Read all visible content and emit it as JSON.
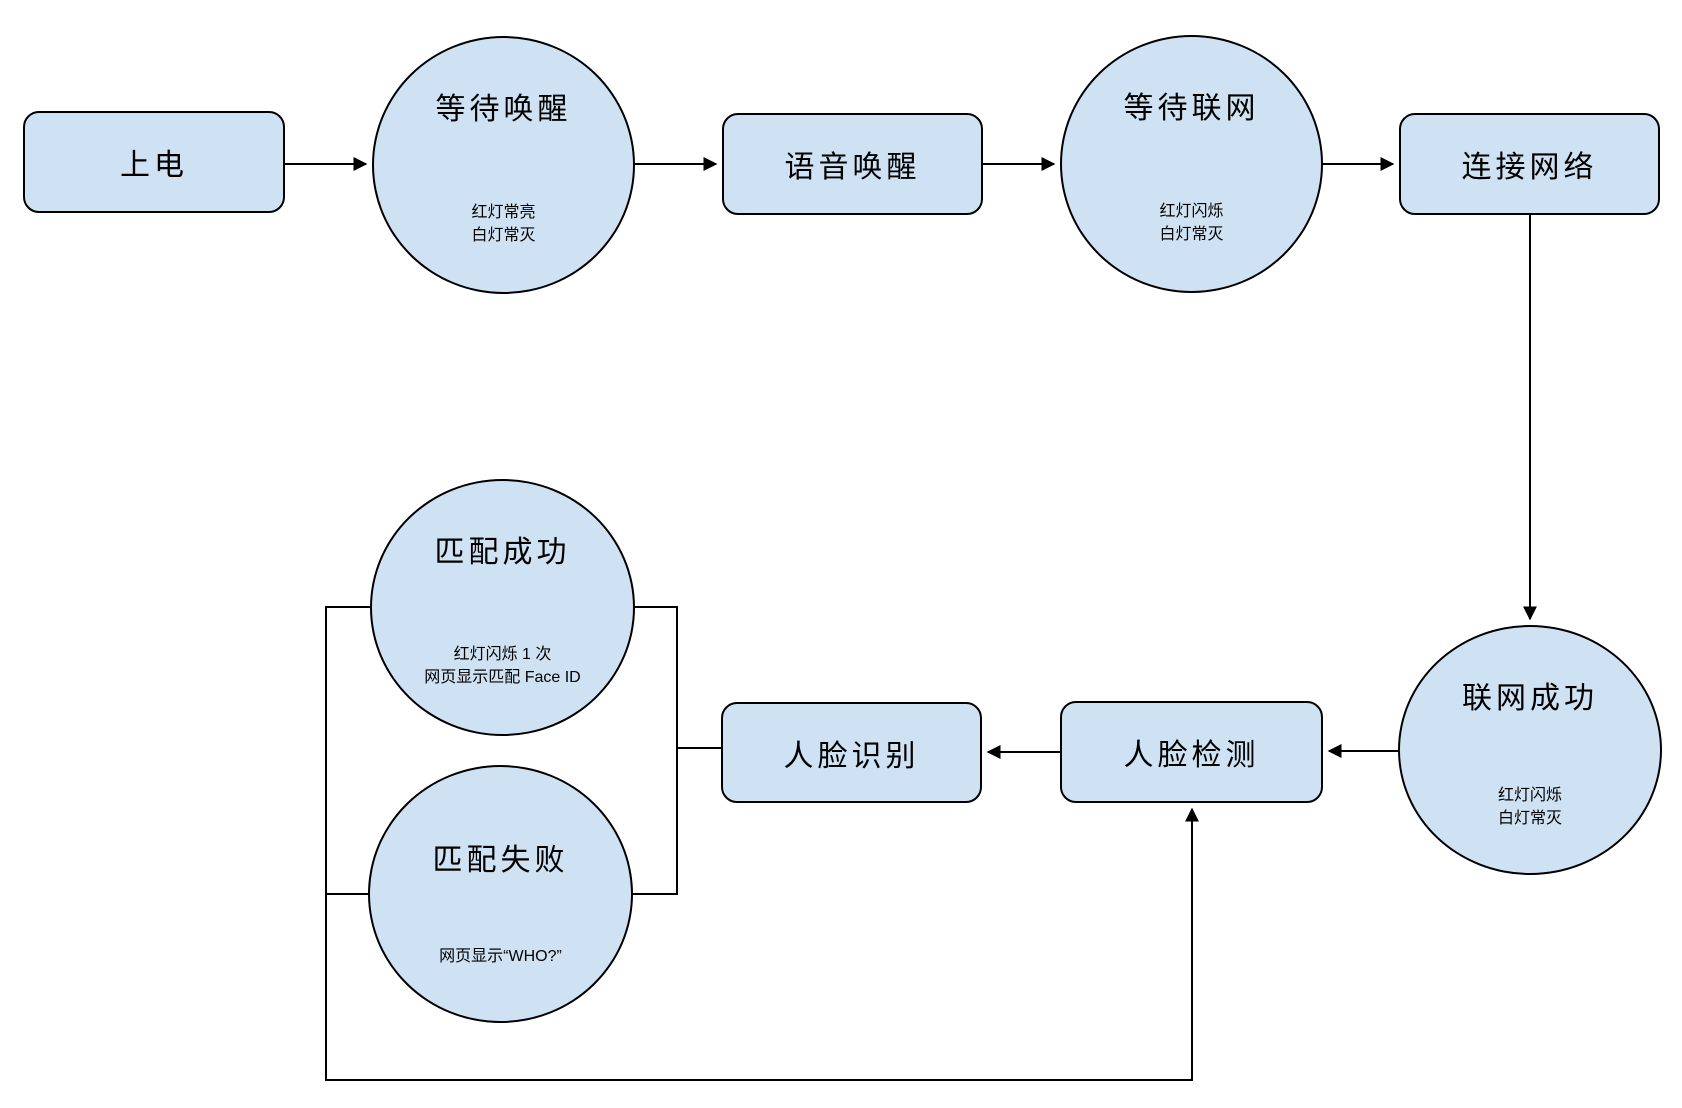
{
  "colors": {
    "node_fill": "#cfe2f3",
    "node_border": "#000000",
    "edge": "#000000",
    "background": "#ffffff"
  },
  "nodes": {
    "power_on": {
      "label": "上电"
    },
    "wait_wake": {
      "label": "等待唤醒",
      "sub": [
        "红灯常亮",
        "白灯常灭"
      ]
    },
    "voice_wake": {
      "label": "语音唤醒"
    },
    "wait_net": {
      "label": "等待联网",
      "sub": [
        "红灯闪烁",
        "白灯常灭"
      ]
    },
    "connect_net": {
      "label": "连接网络"
    },
    "net_ok": {
      "label": "联网成功",
      "sub": [
        "红灯闪烁",
        "白灯常灭"
      ]
    },
    "face_det": {
      "label": "人脸检测"
    },
    "face_rec": {
      "label": "人脸识别"
    },
    "match_ok": {
      "label": "匹配成功",
      "sub": [
        "红灯闪烁 1 次",
        "网页显示匹配 Face ID"
      ]
    },
    "match_fail": {
      "label": "匹配失败",
      "sub": [
        "网页显示“WHO?”"
      ]
    }
  },
  "edges": [
    {
      "from": "power_on",
      "to": "wait_wake",
      "arrow": true
    },
    {
      "from": "wait_wake",
      "to": "voice_wake",
      "arrow": true
    },
    {
      "from": "voice_wake",
      "to": "wait_net",
      "arrow": true
    },
    {
      "from": "wait_net",
      "to": "connect_net",
      "arrow": true
    },
    {
      "from": "connect_net",
      "to": "net_ok",
      "arrow": true
    },
    {
      "from": "net_ok",
      "to": "face_det",
      "arrow": true
    },
    {
      "from": "face_det",
      "to": "face_rec",
      "arrow": true
    },
    {
      "from": "face_rec",
      "to": "match_ok",
      "arrow": false
    },
    {
      "from": "face_rec",
      "to": "match_fail",
      "arrow": false
    },
    {
      "from": "match_ok",
      "to": "face_det",
      "arrow": true
    },
    {
      "from": "match_fail",
      "to": "face_det",
      "arrow": true
    }
  ]
}
